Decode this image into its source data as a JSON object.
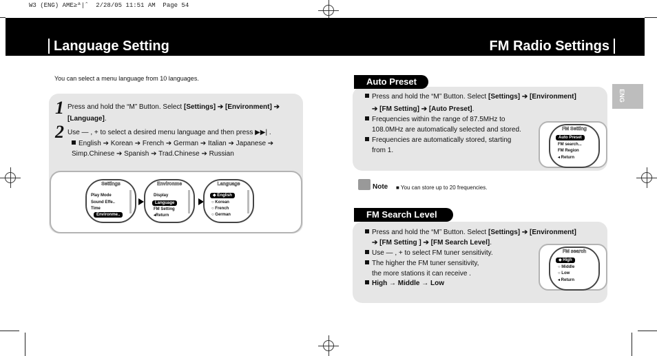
{
  "print_header": "W3 (ENG) AME≥ª|ˆ  2/28/05 11:51 AM  Page 54",
  "left_title": "Language Setting",
  "right_title": "FM Radio Settings",
  "tab_label": "ENG",
  "intro": "You can select a menu language from 10 languages.",
  "language": {
    "step1_num": "1",
    "step1_text": "Press and hold the “M” Button. Select [Settings] ➔ [Environment] ➔ [Language].",
    "step2_num": "2",
    "step2_text": "Use — , + to select a desired menu language and then press ▶▶| .",
    "language_list": "English ➔ Korean ➔ French ➔ German ➔ Italian ➔ Japanese ➔ Simp.Chinese ➔ Spanish ➔ Trad.Chinese ➔ Russian",
    "screens": [
      {
        "title": "Settings",
        "items": [
          "Play Mode",
          "Sound Effe..",
          "Time",
          "Environme.."
        ],
        "selected": 3
      },
      {
        "title": "Environme",
        "items": [
          "Display",
          "Language",
          "FM Setting",
          "◂Return"
        ],
        "selected": 1
      },
      {
        "title": "Language",
        "items": [
          "◆ English",
          "○ Korean",
          "○ French",
          "○ German"
        ],
        "selected": 0
      }
    ]
  },
  "auto_preset": {
    "title": "Auto Preset",
    "b1": "Press and hold the “M” Button. Select [Settings] ➔ [Environment]",
    "b1_cont": "➔ [FM Setting] ➔ [Auto Preset].",
    "b2": "Frequencies within the range of 87.5MHz to",
    "b2_cont": "108.0MHz are automatically selected and stored.",
    "b3": "Frequencies are automatically stored, starting",
    "b3_cont": "from 1.",
    "screen": {
      "title": "FM Setting",
      "items": [
        "Auto Preset",
        "FM search...",
        "FM Region",
        "◂ Return"
      ],
      "selected": 0
    }
  },
  "note": {
    "label": "Note",
    "text": "■ You can store up to 20 frequencies."
  },
  "fm_search": {
    "title": "FM Search Level",
    "b1": "Press and hold the “M” Button. Select [Settings] ➔ [Environment]",
    "b1_cont": "➔ [FM Setting ] ➔ [FM Search Level].",
    "b2": "Use — , + to select FM tuner sensitivity.",
    "b3": "The higher the FM tuner sensitivity,",
    "b3_cont": "the more stations it can receive .",
    "b4": "High → Middle → Low",
    "screen": {
      "title": "FM search",
      "items": [
        "◆ High",
        "○ Middle",
        "○ Low",
        "◂ Return"
      ],
      "selected": 0
    }
  }
}
